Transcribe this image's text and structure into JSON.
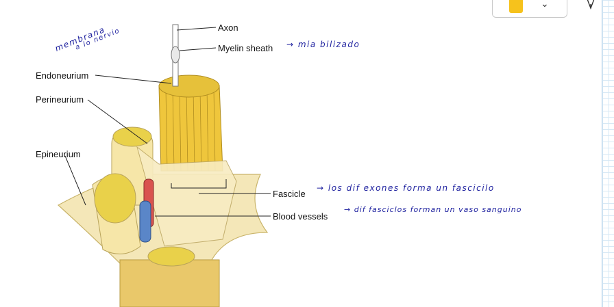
{
  "labels": {
    "axon": "Axon",
    "myelin": "Myelin sheath",
    "endoneurium": "Endoneurium",
    "perineurium": "Perineurium",
    "epineurium": "Epineurium",
    "fascicle": "Fascicle",
    "blood_vessels": "Blood vessels"
  },
  "notes": {
    "membrane": "membrana",
    "membrane_2": "a lo nervio",
    "myelin": "→ mia bilizado",
    "fascicle": "→ los dif exones forma un fascicilo",
    "vessels": "→ dif fasciclos forman un vaso sanguino"
  },
  "colors": {
    "highlight": "#f6c21c",
    "ink": "#1c1f9e",
    "nerve_yellow": "#f2d45c",
    "sheath": "#f4e7b8",
    "artery": "#d9534f",
    "vein": "#5a86c8"
  },
  "icons": {
    "dropdown": "chevron-down-icon",
    "pen": "pen-icon"
  }
}
